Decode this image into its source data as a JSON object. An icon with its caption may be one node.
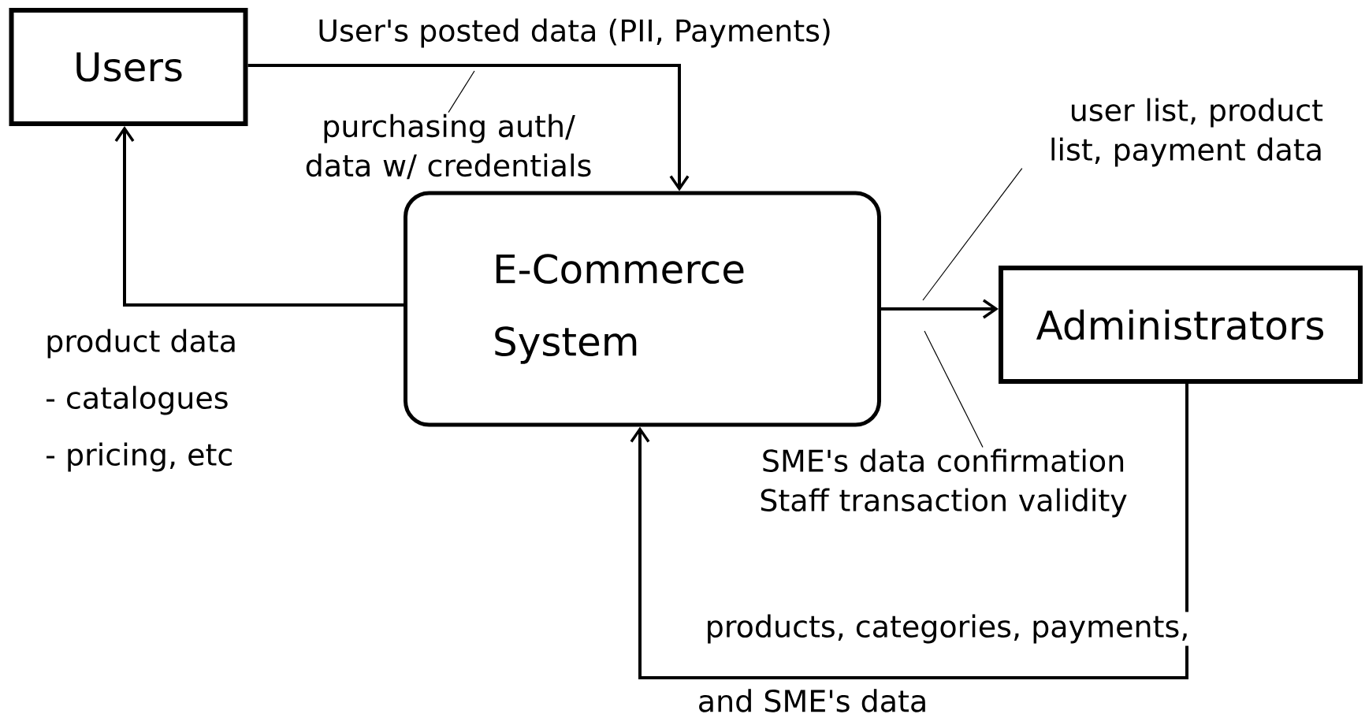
{
  "diagram": {
    "nodes": [
      {
        "text": [
          "Users"
        ]
      },
      {
        "text": [
          "E-Commerce System"
        ]
      },
      {
        "text": [
          "Administrators"
        ]
      },
      {
        "text": [
          "purchasing auth/ data w/ credentials"
        ]
      },
      {
        "text": [
          "user list, product list, payment data"
        ]
      },
      {
        "text": [
          "SME's data confirmation Staff transaction validity"
        ]
      }
    ],
    "edges": [
      {
        "from": 0,
        "to": 1,
        "arrow": "to",
        "label": "User's posted data (PII, Payments)"
      },
      {
        "from": 1,
        "to": 0,
        "arrow": "to"
      },
      {
        "from": 1,
        "to": 2,
        "arrow": "to"
      },
      {
        "from": 2,
        "to": 1,
        "arrow": "to",
        "label": "products, categories, payments,"
      },
      {
        "from": 3,
        "to": null,
        "arrow": "none"
      },
      {
        "from": 4,
        "to": null,
        "arrow": "none"
      },
      {
        "from": 5,
        "to": null,
        "arrow": "none"
      }
    ],
    "labels": [
      "product data",
      "- catalogues",
      "- pricing, etc",
      "and SME's data"
    ]
  }
}
